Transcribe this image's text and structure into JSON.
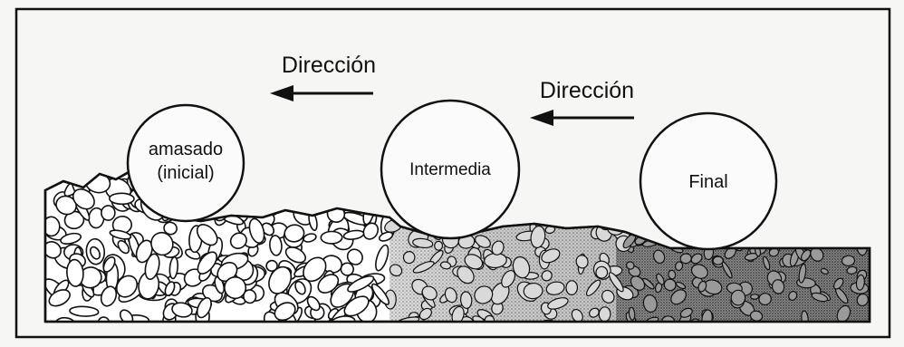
{
  "direction_label_left": "Dirección",
  "direction_label_right": "Dirección",
  "rollers": [
    {
      "id": "initial",
      "lines": [
        "amasado",
        "(inicial)"
      ]
    },
    {
      "id": "intermediate",
      "lines": [
        "Intermedia"
      ]
    },
    {
      "id": "final",
      "lines": [
        "Final"
      ]
    }
  ],
  "arrows": [
    {
      "id": "left",
      "direction": "left"
    },
    {
      "id": "right",
      "direction": "left"
    }
  ],
  "colors": {
    "ink": "#111111",
    "paper": "#f6f6f4",
    "loose_fill": "#ffffff",
    "medium_fill": "#bdbdbd",
    "dense_fill": "#6f6f6f"
  }
}
